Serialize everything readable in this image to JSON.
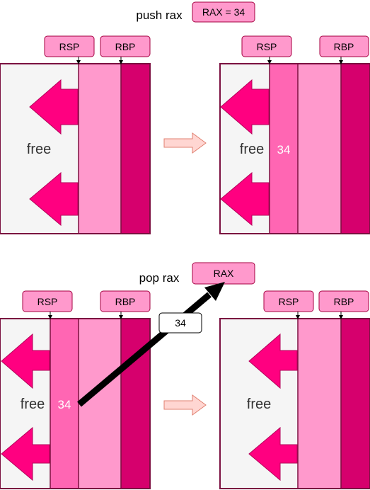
{
  "top": {
    "instruction": "push rax",
    "register_value_label": "RAX = 34",
    "before": {
      "rsp_label": "RSP",
      "rbp_label": "RBP",
      "free_label": "free"
    },
    "after": {
      "rsp_label": "RSP",
      "rbp_label": "RBP",
      "free_label": "free",
      "pushed_value": "34"
    }
  },
  "bottom": {
    "instruction": "pop rax",
    "register_label": "RAX",
    "moved_value": "34",
    "before": {
      "rsp_label": "RSP",
      "rbp_label": "RBP",
      "free_label": "free",
      "top_value": "34"
    },
    "after": {
      "rsp_label": "RSP",
      "rbp_label": "RBP",
      "free_label": "free"
    }
  },
  "colors": {
    "frame_border": "#7b1040",
    "free_fill": "#f5f5f5",
    "stack_light": "#ff99cc",
    "stack_dark": "#d6006d",
    "stack_pushed": "#ff66b3",
    "free_arrow": "#ff0080",
    "label_box": "#ff99cc",
    "label_border": "#a50040",
    "transition_arrow": "#ffd6d2"
  }
}
